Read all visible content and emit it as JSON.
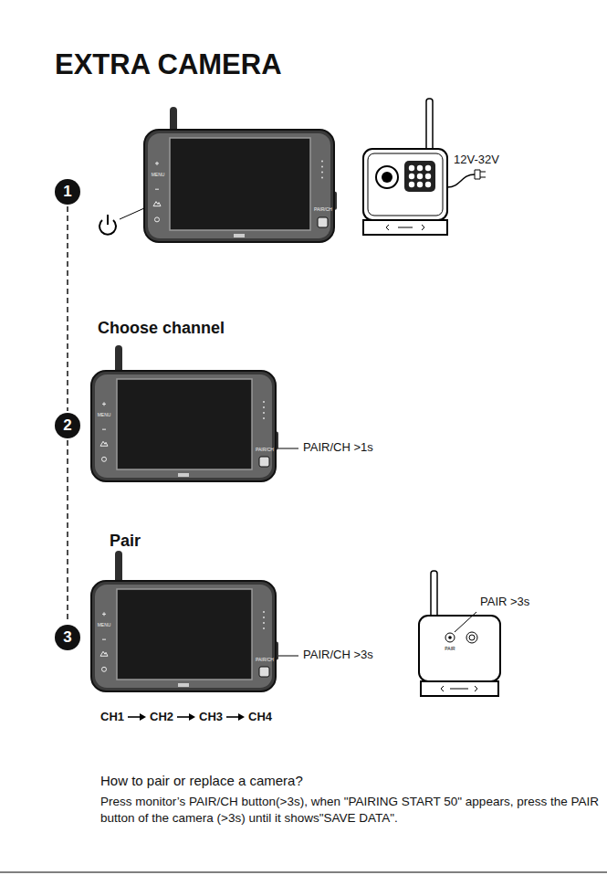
{
  "diagram": {
    "title": "EXTRA CAMERA",
    "nodes": [
      {
        "text": [
          "1"
        ]
      },
      {
        "text": [
          "2"
        ]
      },
      {
        "text": [
          "3"
        ]
      }
    ],
    "edges": [
      {
        "from": 0,
        "to": 1,
        "arrow": "none"
      },
      {
        "from": 1,
        "to": 2,
        "arrow": "none"
      }
    ],
    "labels": [
      "12V-32V",
      "Choose channel",
      "PAIR/CH >1s",
      "Pair",
      "PAIR/CH >3s",
      "PAIR >3s",
      "CH1",
      "CH2",
      "CH3",
      "CH4",
      "How to pair or replace a camera?",
      "Press monitor’s PAIR/CH button(>3s), when \"PAIRING START 50\" appears, press the PAIR button of the camera (>3s) until it shows\"SAVE DATA\".",
      "MENU",
      "PAIR/CH",
      "MENU",
      "PAIR/CH",
      "MENU",
      "PAIR/CH",
      "PAIR"
    ]
  }
}
